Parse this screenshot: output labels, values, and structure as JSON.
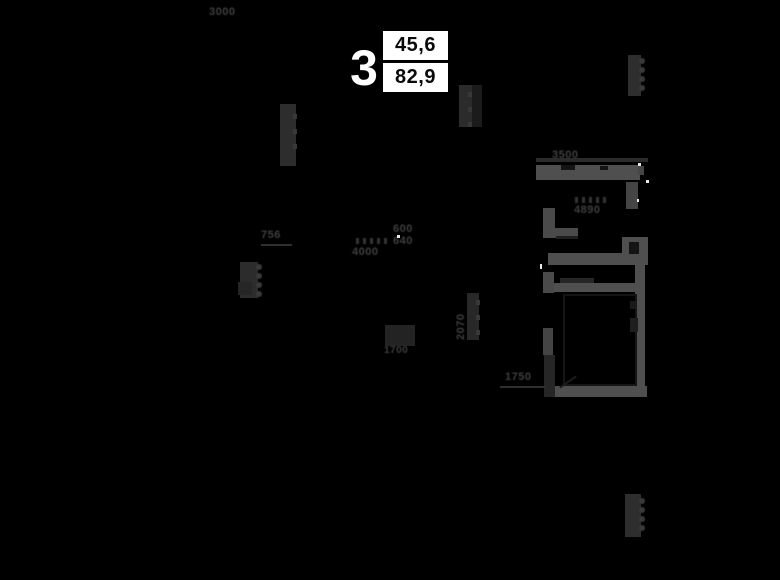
{
  "plan": {
    "kind": "apartment-floor-plan",
    "badge": {
      "rooms": "3",
      "area_living": "45,6",
      "area_total": "82,9"
    },
    "dims": [
      {
        "id": "dim-top-left",
        "text": "3000"
      },
      {
        "id": "dim-hall",
        "text": "756"
      },
      {
        "id": "dim-kitchen",
        "text": "4000"
      },
      {
        "id": "dim-small-a",
        "text": "600"
      },
      {
        "id": "dim-small-b",
        "text": "640"
      },
      {
        "id": "dim-right-top",
        "text": "3500"
      },
      {
        "id": "dim-right-mid",
        "text": "4890"
      },
      {
        "id": "dim-bottom-right",
        "text": "1750"
      },
      {
        "id": "dim-table",
        "text": "1700"
      },
      {
        "id": "dim-vertical-mid",
        "text": "2070"
      }
    ],
    "colors": {
      "background": "#000000",
      "badge_bg": "#ffffff",
      "badge_text": "#0a0a0a",
      "badge_rooms_text": "#ffffff",
      "wall": "#4f4f4f",
      "furniture": "#2b2b2b",
      "dim_text": "#3f3f3f"
    }
  }
}
